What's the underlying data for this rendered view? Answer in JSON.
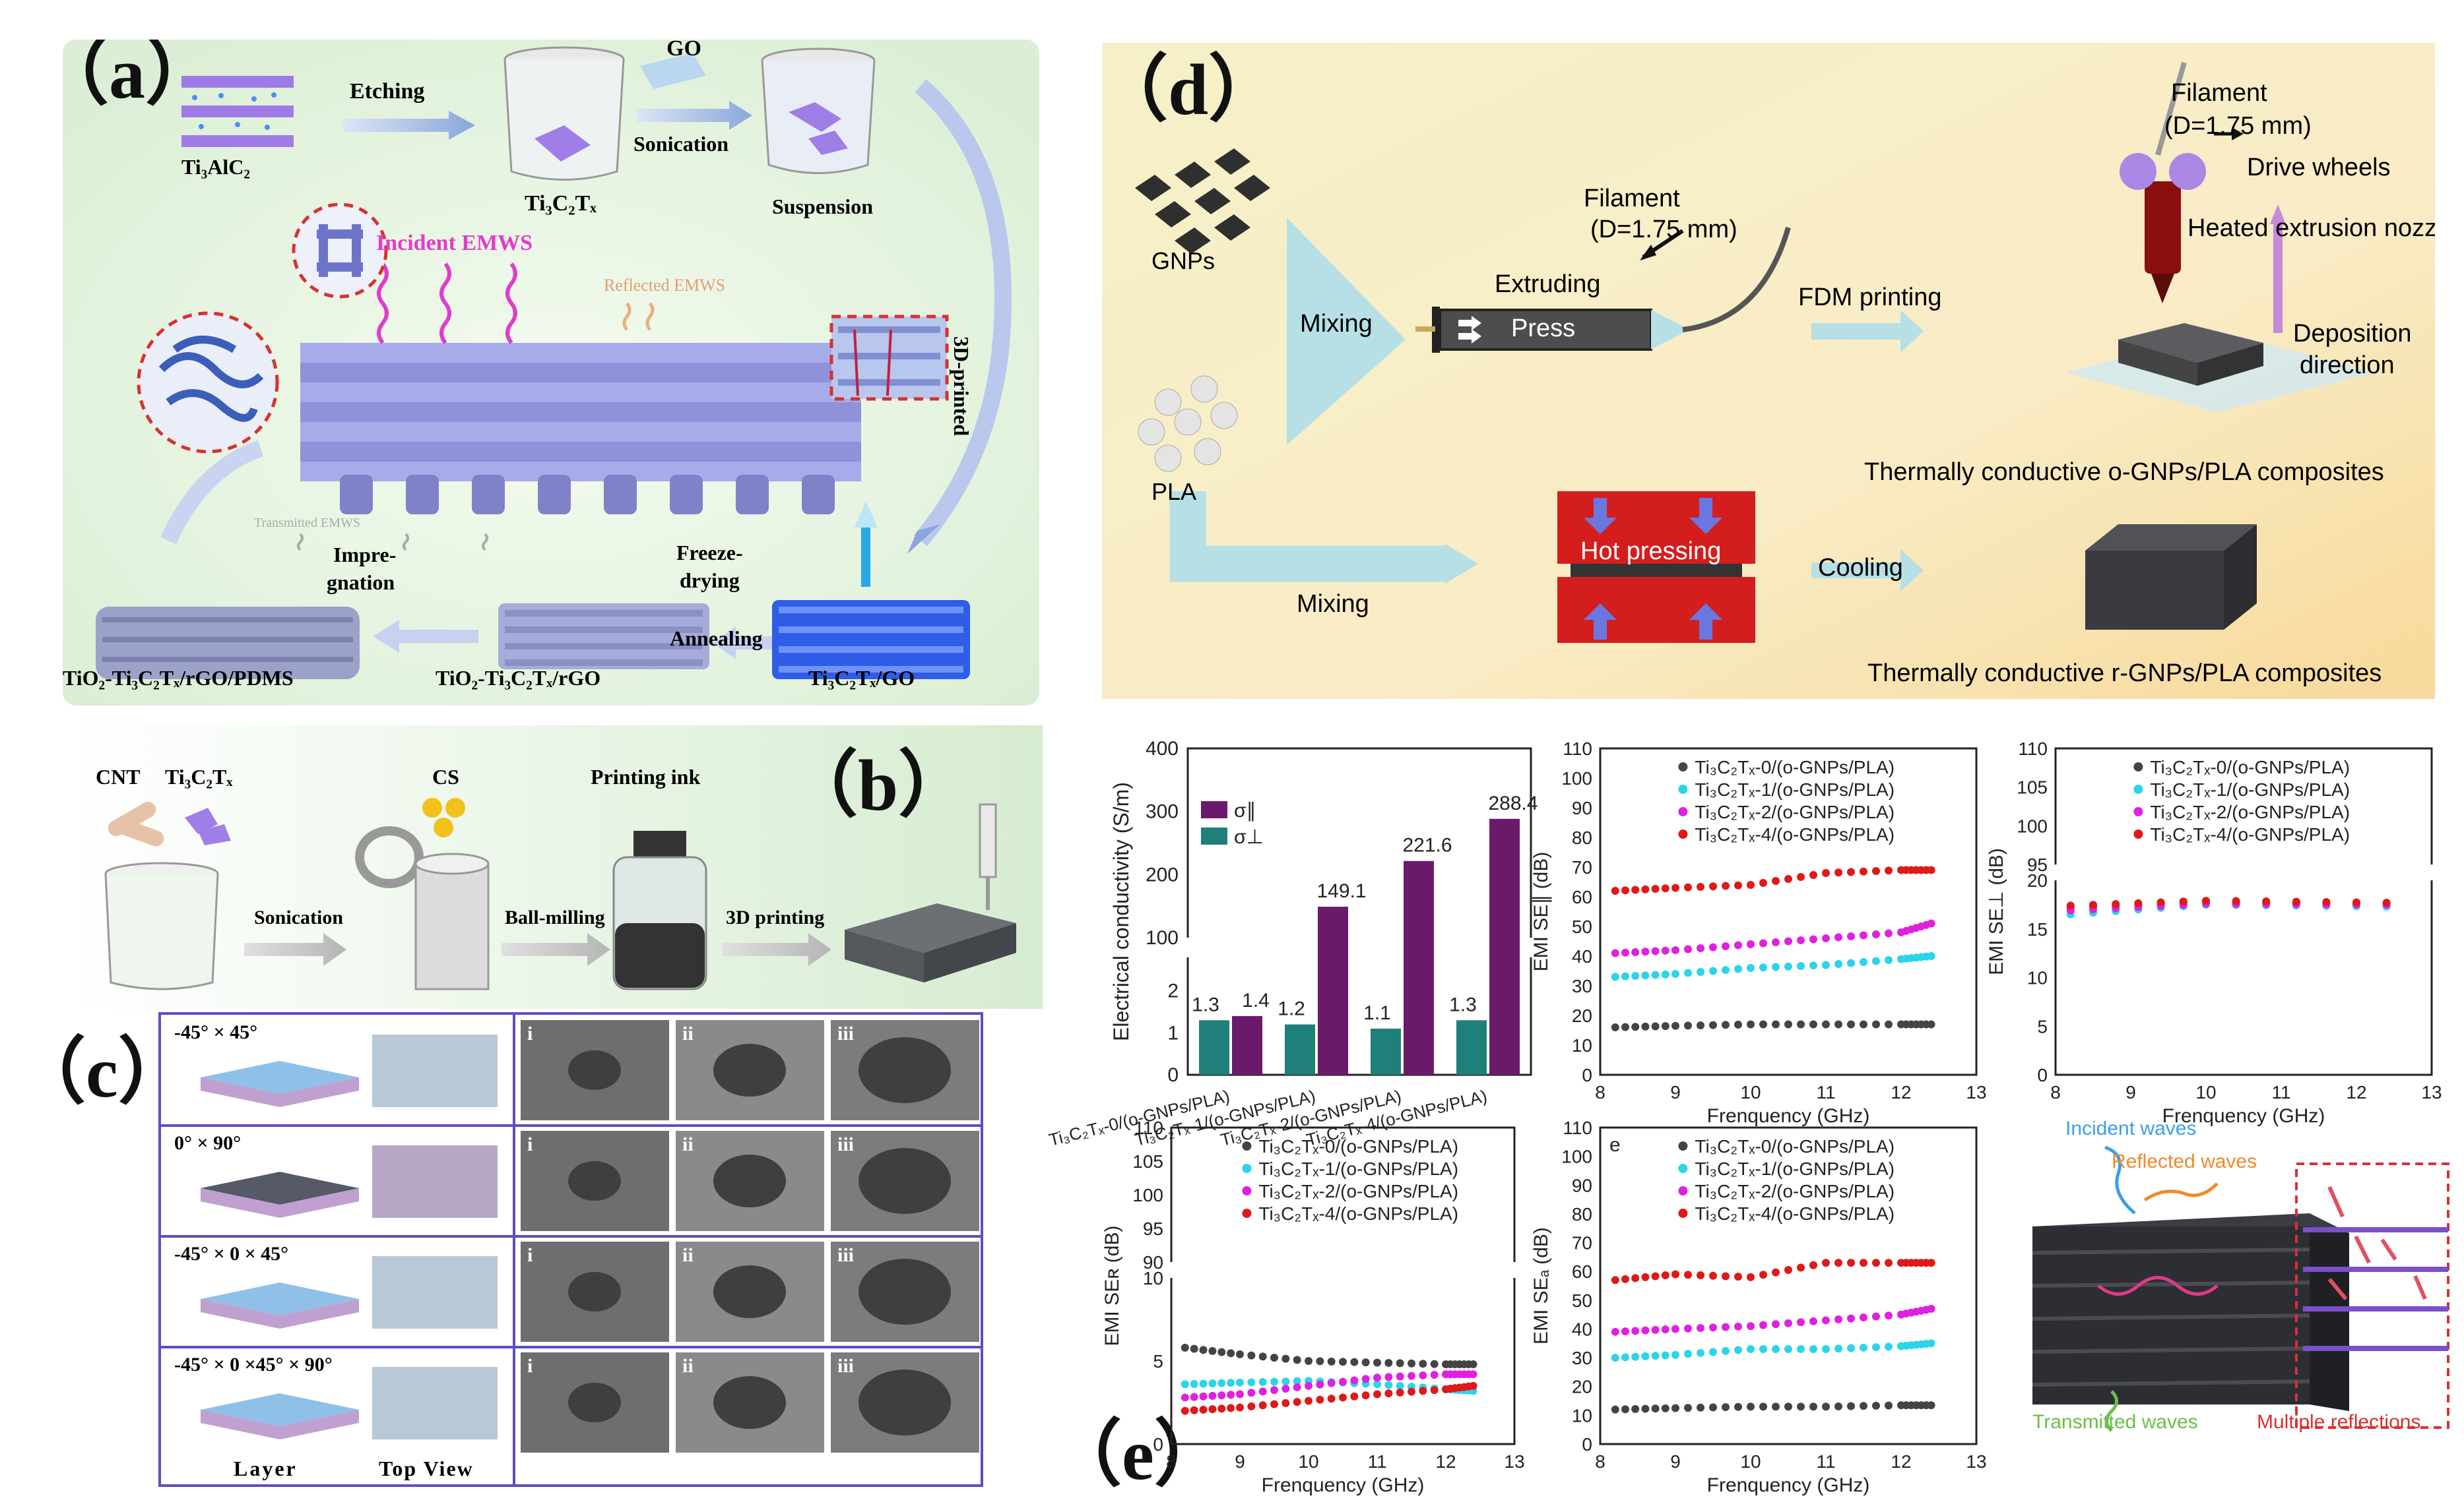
{
  "panel_a": {
    "label": "（a）",
    "ti3alc2": "Ti₃AlC₂",
    "etching": "Etching",
    "ti3c2tx": "Ti₃C₂Tₓ",
    "go": "GO",
    "sonication": "Sonication",
    "suspension": "Suspension",
    "printed": "3D-printed",
    "incident": "Incident EMWS",
    "reflected": "Reflected EMWS",
    "transmitted": "Transmitted EMWS",
    "impregnation_1": "Impre-",
    "impregnation_2": "gnation",
    "freeze_1": "Freeze-",
    "freeze_2": "drying",
    "annealing": "Annealing",
    "label_pdms": "TiO₂-Ti₃C₂Tₓ/rGO/PDMS",
    "label_rgo": "TiO₂-Ti₃C₂Tₓ/rGO",
    "label_go": "Ti₃C₂Tₓ/GO"
  },
  "panel_b": {
    "label": "（b）",
    "cnt": "CNT",
    "ti3c2tx": "Ti₃C₂Tₓ",
    "cs": "CS",
    "printing_ink": "Printing ink",
    "sonication": "Sonication",
    "ball_milling": "Ball-milling",
    "printing_3d": "3D printing"
  },
  "panel_c": {
    "label": "（c）",
    "rows": [
      {
        "name": "-45° × 45°"
      },
      {
        "name": "0° × 90°"
      },
      {
        "name": "-45° × 0 × 45°"
      },
      {
        "name": "-45° × 0 ×45° × 90°"
      }
    ],
    "sub_i": "i",
    "sub_ii": "ii",
    "sub_iii": "iii",
    "layer": "Layer",
    "top_view": "Top View"
  },
  "panel_d": {
    "label": "（d）",
    "gnps": "GNPs",
    "pla": "PLA",
    "mixing_top": "Mixing",
    "mixing_bottom": "Mixing",
    "extruding": "Extruding",
    "press": "Press",
    "filament_mid_1": "Filament",
    "filament_mid_2": "(D=1.75 mm)",
    "fdm": "FDM printing",
    "filament_top_1": "Filament",
    "filament_top_2": "(D=1.75 mm)",
    "drive_wheels": "Drive wheels",
    "nozzle": "Heated extrusion nozzle",
    "deposition_1": "Deposition",
    "deposition_2": "direction",
    "o_composite": "Thermally conductive o-GNPs/PLA composites",
    "hot_pressing": "Hot pressing",
    "cooling": "Cooling",
    "r_composite": "Thermally conductive r-GNPs/PLA composites"
  },
  "panel_e": {
    "label": "（e）",
    "schematic": {
      "incident": "Incident waves",
      "reflected": "Reflected waves",
      "transmitted": "Transmitted waves",
      "multiple": "Multiple reflections"
    }
  },
  "chart_data": [
    {
      "type": "bar",
      "ylabel": "Electrical conductivity (S/m)",
      "categories": [
        "Ti₃C₂Tₓ-0/(o-GNPs/PLA)",
        "Ti₃C₂Tₓ-1/(o-GNPs/PLA)",
        "Ti₃C₂Tₓ-2/(o-GNPs/PLA)",
        "Ti₃C₂Tₓ-4/(o-GNPs/PLA)"
      ],
      "series": [
        {
          "name": "σ∥",
          "values": [
            1.4,
            149.1,
            221.6,
            288.4
          ],
          "color": "#6b1a6b"
        },
        {
          "name": "σ⊥",
          "values": [
            1.3,
            1.2,
            1.1,
            1.3
          ],
          "color": "#1f7f7a"
        }
      ],
      "value_labels": [
        "1.3",
        "1.4",
        "1.2",
        "149.1",
        "1.1",
        "221.6",
        "1.3",
        "288.4"
      ],
      "y_broken": true,
      "ticks_low": [
        "0",
        "1",
        "2"
      ],
      "ticks_high": [
        "100",
        "200",
        "300",
        "400"
      ],
      "ylim": [
        0,
        400
      ]
    },
    {
      "type": "scatter",
      "xlabel": "Frenquency (GHz)",
      "ylabel": "EMI SE∥ (dB)",
      "xlim": [
        8,
        13
      ],
      "ylim": [
        0,
        110
      ],
      "x_ticks": [
        "8",
        "9",
        "10",
        "11",
        "12",
        "13"
      ],
      "y_ticks": [
        "0",
        "10",
        "20",
        "30",
        "40",
        "50",
        "60",
        "70",
        "80",
        "90",
        "100",
        "110"
      ],
      "legend": [
        "Ti₃C₂Tₓ-0/(o-GNPs/PLA)",
        "Ti₃C₂Tₓ-1/(o-GNPs/PLA)",
        "Ti₃C₂Tₓ-2/(o-GNPs/PLA)",
        "Ti₃C₂Tₓ-4/(o-GNPs/PLA)"
      ],
      "series": [
        {
          "name": "Ti₃C₂Tₓ-0/(o-GNPs/PLA)",
          "color": "#444444",
          "x": [
            8.2,
            9,
            10,
            11,
            12,
            12.4
          ],
          "y": [
            16,
            16.5,
            17,
            17,
            17,
            17
          ]
        },
        {
          "name": "Ti₃C₂Tₓ-1/(o-GNPs/PLA)",
          "color": "#2ad5e8",
          "x": [
            8.2,
            9,
            10,
            11,
            12,
            12.4
          ],
          "y": [
            33,
            34,
            36,
            37,
            39,
            40
          ]
        },
        {
          "name": "Ti₃C₂Tₓ-2/(o-GNPs/PLA)",
          "color": "#e020e0",
          "x": [
            8.2,
            9,
            10,
            11,
            12,
            12.4
          ],
          "y": [
            41,
            42,
            44,
            46,
            48,
            51
          ]
        },
        {
          "name": "Ti₃C₂Tₓ-4/(o-GNPs/PLA)",
          "color": "#e01818",
          "x": [
            8.2,
            9,
            10,
            11,
            12,
            12.4
          ],
          "y": [
            62,
            63,
            64,
            68,
            69,
            69
          ]
        }
      ]
    },
    {
      "type": "scatter",
      "xlabel": "Frenquency (GHz)",
      "ylabel": "EMI SE⊥ (dB)",
      "xlim": [
        8,
        13
      ],
      "y_broken": true,
      "x_ticks": [
        "8",
        "9",
        "10",
        "11",
        "12",
        "13"
      ],
      "y_ticks_low": [
        "0",
        "5",
        "10",
        "15",
        "20"
      ],
      "y_ticks_high": [
        "95",
        "100",
        "105",
        "110"
      ],
      "legend": [
        "Ti₃C₂Tₓ-0/(o-GNPs/PLA)",
        "Ti₃C₂Tₓ-1/(o-GNPs/PLA)",
        "Ti₃C₂Tₓ-2/(o-GNPs/PLA)",
        "Ti₃C₂Tₓ-4/(o-GNPs/PLA)"
      ],
      "series": [
        {
          "name": "Ti₃C₂Tₓ-0/(o-GNPs/PLA)",
          "color": "#444444",
          "x": [
            8.2,
            10,
            12.4
          ],
          "y": [
            17.2,
            17.8,
            17.6
          ]
        },
        {
          "name": "Ti₃C₂Tₓ-1/(o-GNPs/PLA)",
          "color": "#2ad5e8",
          "x": [
            8.2,
            10,
            12.4
          ],
          "y": [
            16.5,
            17.5,
            17.3
          ]
        },
        {
          "name": "Ti₃C₂Tₓ-2/(o-GNPs/PLA)",
          "color": "#e020e0",
          "x": [
            8.2,
            10,
            12.4
          ],
          "y": [
            16.9,
            17.6,
            17.5
          ]
        },
        {
          "name": "Ti₃C₂Tₓ-4/(o-GNPs/PLA)",
          "color": "#e01818",
          "x": [
            8.2,
            10,
            12.4
          ],
          "y": [
            17.4,
            17.9,
            17.7
          ]
        }
      ]
    },
    {
      "type": "scatter",
      "xlabel": "Frenquency (GHz)",
      "ylabel": "EMI SEʀ (dB)",
      "xlim": [
        8,
        13
      ],
      "y_broken": true,
      "x_ticks": [
        "8",
        "9",
        "10",
        "11",
        "12",
        "13"
      ],
      "y_ticks_low": [
        "0",
        "5",
        "10"
      ],
      "y_ticks_high": [
        "90",
        "95",
        "100",
        "105",
        "110"
      ],
      "legend": [
        "Ti₃C₂Tₓ-0/(o-GNPs/PLA)",
        "Ti₃C₂Tₓ-1/(o-GNPs/PLA)",
        "Ti₃C₂Tₓ-2/(o-GNPs/PLA)",
        "Ti₃C₂Tₓ-4/(o-GNPs/PLA)"
      ],
      "series": [
        {
          "name": "Ti₃C₂Tₓ-0/(o-GNPs/PLA)",
          "color": "#444444",
          "x": [
            8.2,
            9,
            10,
            11,
            12,
            12.4
          ],
          "y": [
            5.8,
            5.4,
            5.0,
            4.9,
            4.8,
            4.8
          ]
        },
        {
          "name": "Ti₃C₂Tₓ-1/(o-GNPs/PLA)",
          "color": "#2ad5e8",
          "x": [
            8.2,
            9,
            10,
            11,
            12,
            12.4
          ],
          "y": [
            3.6,
            3.7,
            3.8,
            3.6,
            3.3,
            3.2
          ]
        },
        {
          "name": "Ti₃C₂Tₓ-2/(o-GNPs/PLA)",
          "color": "#e020e0",
          "x": [
            8.2,
            9,
            10,
            11,
            12,
            12.4
          ],
          "y": [
            2.8,
            3.0,
            3.5,
            4.0,
            4.2,
            4.2
          ]
        },
        {
          "name": "Ti₃C₂Tₓ-4/(o-GNPs/PLA)",
          "color": "#e01818",
          "x": [
            8.2,
            9,
            10,
            11,
            12,
            12.4
          ],
          "y": [
            2.0,
            2.2,
            2.6,
            3.0,
            3.3,
            3.5
          ]
        }
      ]
    },
    {
      "type": "scatter",
      "xlabel": "Frenquency (GHz)",
      "ylabel": "EMI SEₐ (dB)",
      "annotation": "e",
      "xlim": [
        8,
        13
      ],
      "ylim": [
        0,
        110
      ],
      "x_ticks": [
        "8",
        "9",
        "10",
        "11",
        "12",
        "13"
      ],
      "y_ticks": [
        "0",
        "10",
        "20",
        "30",
        "40",
        "50",
        "60",
        "70",
        "80",
        "90",
        "100",
        "110"
      ],
      "legend": [
        "Ti₃C₂Tₓ-0/(o-GNPs/PLA)",
        "Ti₃C₂Tₓ-1/(o-GNPs/PLA)",
        "Ti₃C₂Tₓ-2/(o-GNPs/PLA)",
        "Ti₃C₂Tₓ-4/(o-GNPs/PLA)"
      ],
      "series": [
        {
          "name": "Ti₃C₂Tₓ-0/(o-GNPs/PLA)",
          "color": "#444444",
          "x": [
            8.2,
            9,
            10,
            11,
            12,
            12.4
          ],
          "y": [
            12,
            12.5,
            13,
            13,
            13.5,
            13.5
          ]
        },
        {
          "name": "Ti₃C₂Tₓ-1/(o-GNPs/PLA)",
          "color": "#2ad5e8",
          "x": [
            8.2,
            9,
            10,
            11,
            12,
            12.4
          ],
          "y": [
            30,
            31,
            33,
            33,
            34,
            35
          ]
        },
        {
          "name": "Ti₃C₂Tₓ-2/(o-GNPs/PLA)",
          "color": "#e020e0",
          "x": [
            8.2,
            9,
            10,
            11,
            12,
            12.4
          ],
          "y": [
            39,
            40,
            41,
            43,
            45,
            47
          ]
        },
        {
          "name": "Ti₃C₂Tₓ-4/(o-GNPs/PLA)",
          "color": "#e01818",
          "x": [
            8.2,
            9,
            10,
            11,
            12,
            12.4
          ],
          "y": [
            57,
            59,
            58,
            63,
            63,
            63
          ]
        }
      ]
    }
  ]
}
